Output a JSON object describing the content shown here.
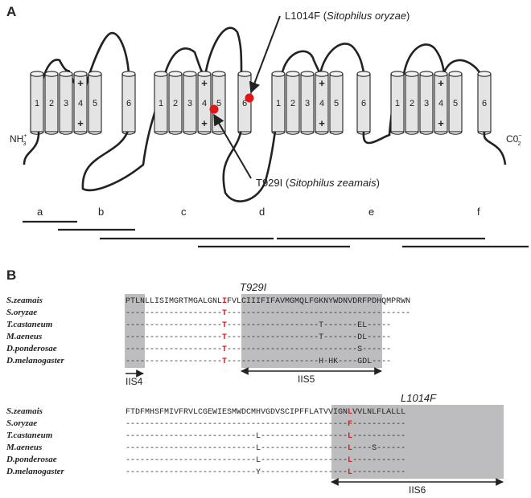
{
  "panel_a": {
    "label": "A",
    "nh3": "NH",
    "nh3_sub": "3",
    "nh3_sup": "+",
    "co2": "C0",
    "co2_sub": "2",
    "co2_sup": "−",
    "domains": [
      {
        "segments": [
          "1",
          "2",
          "3",
          "4",
          "5"
        ],
        "charges": true,
        "s6": "6"
      },
      {
        "segments": [
          "1",
          "2",
          "3",
          "4",
          "5"
        ],
        "charges": true,
        "s6": "6"
      },
      {
        "segments": [
          "1",
          "2",
          "3",
          "4",
          "5"
        ],
        "charges": true,
        "s6": "6"
      },
      {
        "segments": [
          "1",
          "2",
          "3",
          "4",
          "5"
        ],
        "charges": true,
        "s6": "6"
      }
    ],
    "plus": "+",
    "mutation_top": {
      "code": "L1014F",
      "species": "Sitophilus oryzae"
    },
    "mutation_bottom": {
      "code": "T929I",
      "species": "Sitophilus zeamais"
    },
    "fragments": [
      "a",
      "b",
      "c",
      "d",
      "e",
      "f"
    ],
    "mutation_color": "#e0161a",
    "segment_fill": "#e4e4e4"
  },
  "panel_b": {
    "label": "B",
    "block1": {
      "mutation_title": "T929I",
      "rows": [
        {
          "species": "S.zeamais",
          "pre": "PTLNLLISIMGRTMGALGNL",
          "mut": "I",
          "post": "FVLCIIIFIFAVMGMQLFGKNYWDNVDRFPDHQMPRWN"
        },
        {
          "species": "S.oryzae",
          "pre": "--------------------",
          "mut": "T",
          "post": "--------------------------------------"
        },
        {
          "species": "T.castaneum",
          "pre": "--------------------",
          "mut": "T",
          "post": "-------------------T-------EL-----"
        },
        {
          "species": "M.aeneus",
          "pre": "--------------------",
          "mut": "T",
          "post": "-------------------T-------DL-----"
        },
        {
          "species": "D.ponderosae",
          "pre": "--------------------",
          "mut": "T",
          "post": "---------------------------S------"
        },
        {
          "species": "D.melanogaster",
          "pre": "--------------------",
          "mut": "T",
          "post": "-------------------H-HK----GDL----"
        }
      ],
      "labels": [
        "IIS4",
        "IIS5"
      ]
    },
    "block2": {
      "mutation_title": "L1014F",
      "rows": [
        {
          "species": "S.zeamais",
          "pre": "FTDFMHSFMIVFRVLCGEWIESMWDCMHVGDVSCIPFFLATVVIGN",
          "mut": "L",
          "post": "VVLNLFLALLL"
        },
        {
          "species": "S.oryzae",
          "pre": "----------------------------------------------",
          "mut": "F",
          "post": "-----------"
        },
        {
          "species": "T.castaneum",
          "pre": "---------------------------L------------------",
          "mut": "L",
          "post": "-----------"
        },
        {
          "species": "M.aeneus",
          "pre": "---------------------------L------------------",
          "mut": "L",
          "post": "----S------"
        },
        {
          "species": "D.ponderosae",
          "pre": "---------------------------L------------------",
          "mut": "L",
          "post": "-----------"
        },
        {
          "species": "D.melanogaster",
          "pre": "---------------------------Y------------------",
          "mut": "L",
          "post": "-----------"
        }
      ],
      "labels": [
        "IIS6"
      ]
    }
  }
}
